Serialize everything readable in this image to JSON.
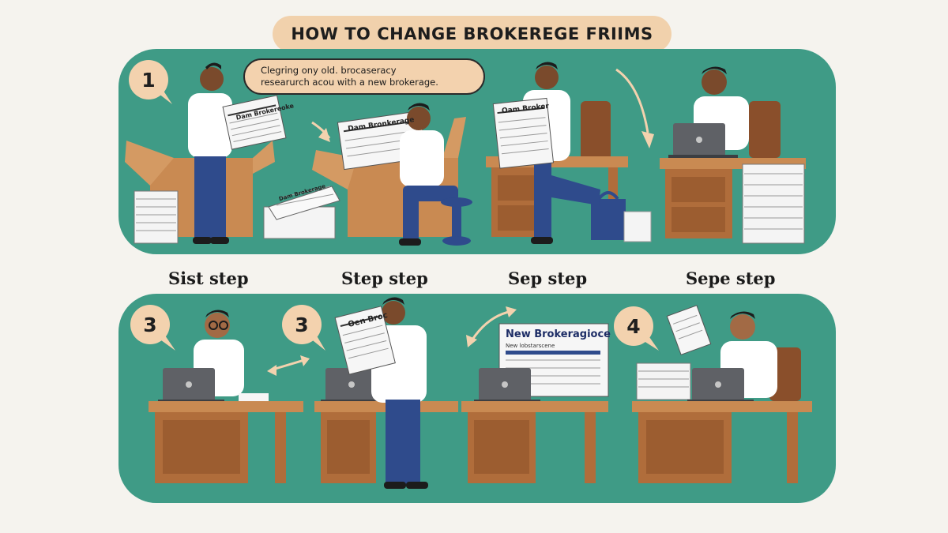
{
  "title": "HOW TO CHANGE BROKEREGE FRIIMS",
  "callout": {
    "line1": "Clegring ony old. brocaseracy",
    "line2": "researurch acou with a new brokerage."
  },
  "bubbles": {
    "b1": "1",
    "b2": "3",
    "b3": "3",
    "b4": "4"
  },
  "step_labels": [
    "Sist step",
    "Step step",
    "Sep step",
    "Sepe step"
  ],
  "paper_headers": {
    "p1": "Dam Brokereoke",
    "p2": "Dam Bronkerage",
    "p3": "Oam Broker",
    "p4": "Dam Brokerage",
    "p5": "Oen Broc",
    "p6": "New Brokeragioce",
    "p7": "New lobstarscene"
  },
  "colors": {
    "band": "#3f9b86",
    "accent": "#f3d2ae",
    "desk": "#c98a52",
    "shirt": "#ffffff",
    "pants": "#2f4b8c"
  }
}
